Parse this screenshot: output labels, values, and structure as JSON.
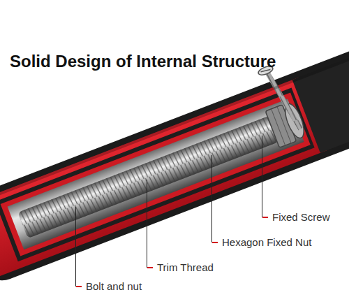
{
  "diagram": {
    "title": "Solid Design of Internal Structure",
    "labels": [
      "Fixed Screw",
      "Hexagon Fixed Nut",
      "Trim Thread",
      "Bolt and nut"
    ]
  }
}
